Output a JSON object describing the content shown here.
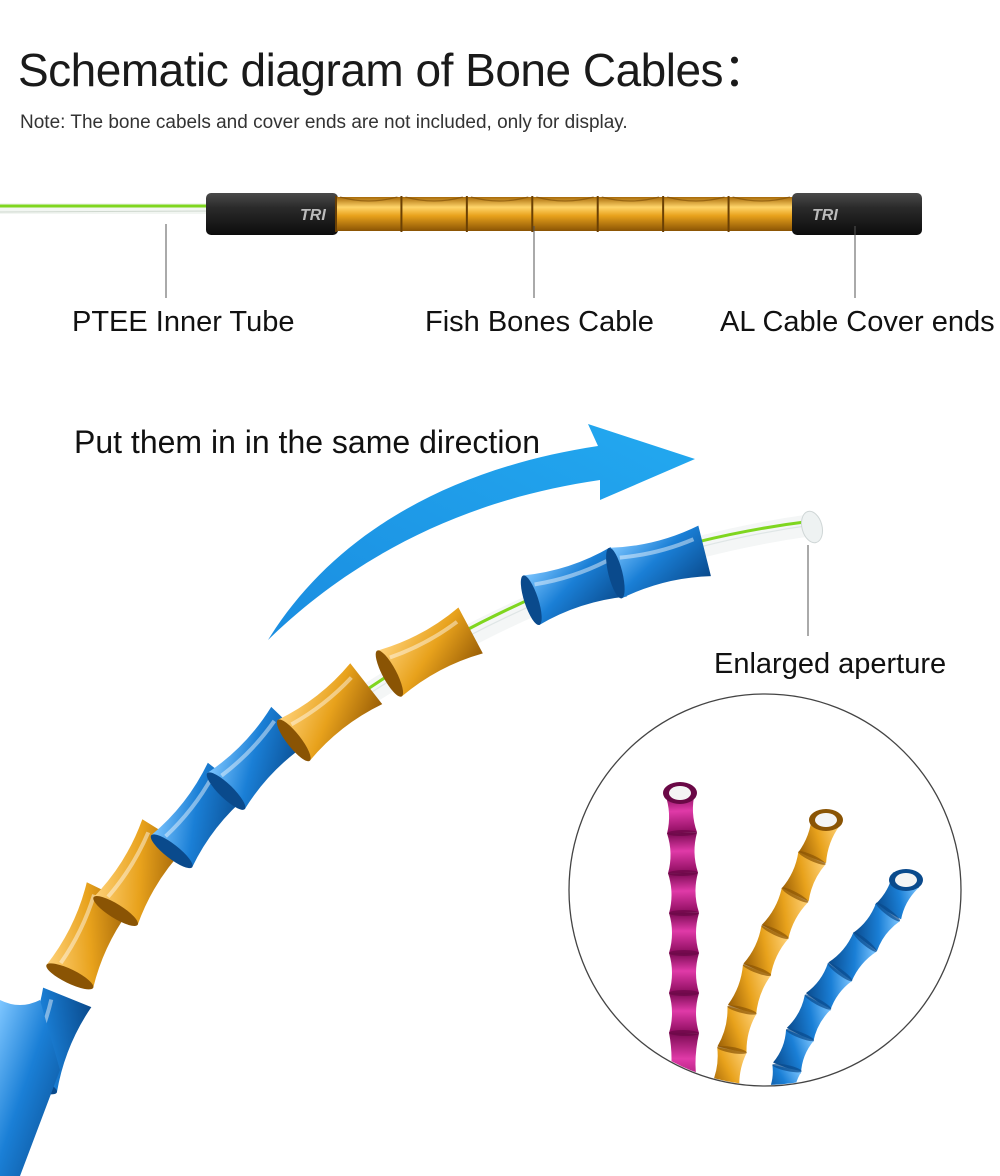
{
  "header": {
    "title": "Schematic diagram of Bone Cables：",
    "note": "Note: The  bone cabels and cover ends are not included, only for display."
  },
  "labels": {
    "ptee": "PTEE Inner Tube",
    "fish": "Fish Bones Cable",
    "al": "AL Cable Cover ends",
    "direction": "Put them in in the same direction",
    "aperture": "Enlarged aperture"
  },
  "cap_mark": "TRI",
  "colors": {
    "gold": "#e8a21c",
    "blue": "#1a7fd6",
    "magenta": "#c81c8e",
    "arrow": "#1a9be6",
    "inner_wire": "#7fd61f",
    "cap": "#1c1c1c"
  }
}
